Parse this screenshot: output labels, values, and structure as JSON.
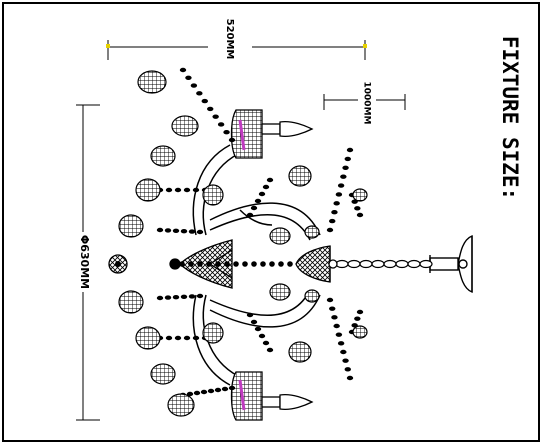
{
  "title": "FIXTURE SIZE:",
  "dimensions": {
    "width_label": "520MM",
    "diameter_label": "Φ630MM",
    "drop_label": "1000MM"
  },
  "colors": {
    "line": "#000000",
    "accent_magenta": "#c03cc0",
    "dimension_tick": "#e6d200"
  }
}
